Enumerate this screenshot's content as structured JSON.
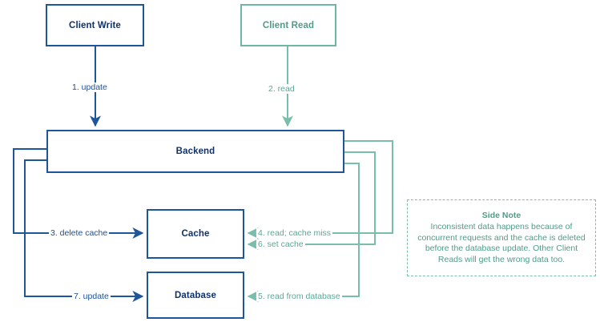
{
  "colors": {
    "blue_stroke": "#1f5699",
    "blue_text": "#10316b",
    "blue_label": "#1d4f91",
    "green_stroke": "#6fb6a4",
    "green_text": "#4e9d88",
    "green_label": "#5aa894",
    "background": "#ffffff"
  },
  "nodes": {
    "client_write": {
      "label": "Client Write",
      "style": "blue"
    },
    "client_read": {
      "label": "Client Read",
      "style": "green"
    },
    "backend": {
      "label": "Backend",
      "style": "blue"
    },
    "cache": {
      "label": "Cache",
      "style": "blue"
    },
    "database": {
      "label": "Database",
      "style": "blue"
    }
  },
  "edges": [
    {
      "id": "e1",
      "label": "1. update",
      "style": "blue",
      "from": "client_write",
      "to": "backend"
    },
    {
      "id": "e2",
      "label": "2. read",
      "style": "green",
      "from": "client_read",
      "to": "backend"
    },
    {
      "id": "e3",
      "label": "3. delete cache",
      "style": "blue",
      "from": "backend",
      "to": "cache"
    },
    {
      "id": "e4",
      "label": "4. read; cache miss",
      "style": "green",
      "from": "backend",
      "to": "cache"
    },
    {
      "id": "e5",
      "label": "5. read from database",
      "style": "green",
      "from": "backend",
      "to": "database"
    },
    {
      "id": "e6",
      "label": "6. set cache",
      "style": "green",
      "from": "backend",
      "to": "cache"
    },
    {
      "id": "e7",
      "label": "7. update",
      "style": "blue",
      "from": "backend",
      "to": "database"
    }
  ],
  "side_note": {
    "title": "Side Note",
    "body": "Inconsistent data happens because of concurrent requests and the cache is deleted before the database update. Other Client Reads will get the wrong data too."
  }
}
